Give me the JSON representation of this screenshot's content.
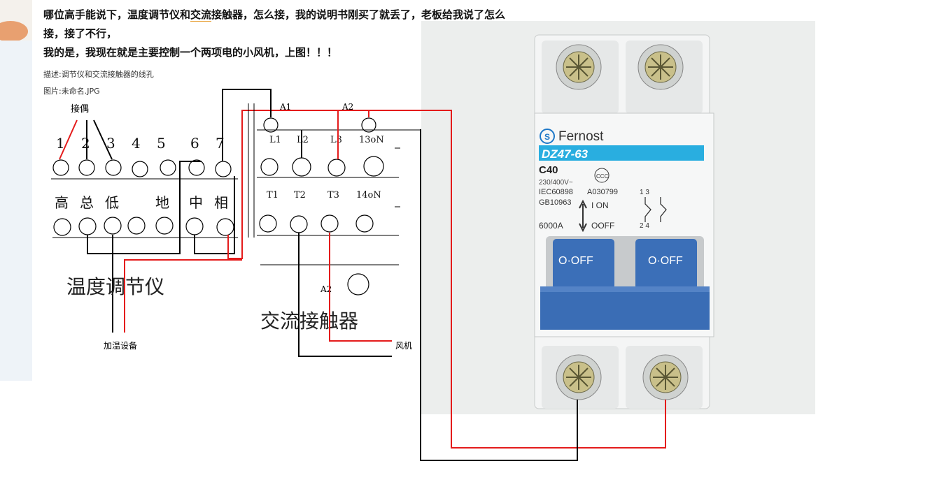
{
  "post": {
    "line1_a": "哪位高手能说下，温度调节仪和",
    "line1_hl": "交流",
    "line1_b": "接触器，怎么接，我的说明书刚买了就丢了，老板给我说了怎么",
    "line2": "接，接了不行，",
    "line3": "我的是，我现在就是主要控制一个两项电的小风机，上图！！！"
  },
  "attachment": {
    "desc": "描述:调节仪和交流接触器的线孔",
    "file": "图片:未命名.JPG"
  },
  "controller": {
    "thermocouple_label": "接偶",
    "top_terminals": [
      "1",
      "2",
      "3",
      "4",
      "5",
      "6",
      "7"
    ],
    "function_labels": [
      "高",
      "总",
      "低",
      "地",
      "中",
      "相"
    ],
    "name": "温度调节仪",
    "heater_label": "加温设备"
  },
  "contactor": {
    "a1": "A1",
    "a2_top": "A2",
    "top_terminals": [
      "L1",
      "L2",
      "L3",
      "13oN"
    ],
    "bottom_terminals": [
      "T1",
      "T2",
      "T3",
      "14oN"
    ],
    "a2_bottom": "A2",
    "name": "交流接触器",
    "fan_label": "风机"
  },
  "breaker": {
    "brand": "Fernost",
    "model": "DZ47-63",
    "rating": "C40",
    "voltage": "230/400V~",
    "std1": "IEC60898",
    "code": "A030799",
    "std2": "GB10963",
    "on": "I ON",
    "off": "OOFF",
    "capacity": "6000A",
    "pole_top": "1 3",
    "pole_bottom": "2 4",
    "switch_label": "O·OFF",
    "cert": "CCC"
  },
  "colors": {
    "wire_red": "#e41b1b",
    "wire_black": "#000000",
    "breaker_blue": "#3b6fb8",
    "label_cyan": "#29aee0"
  }
}
